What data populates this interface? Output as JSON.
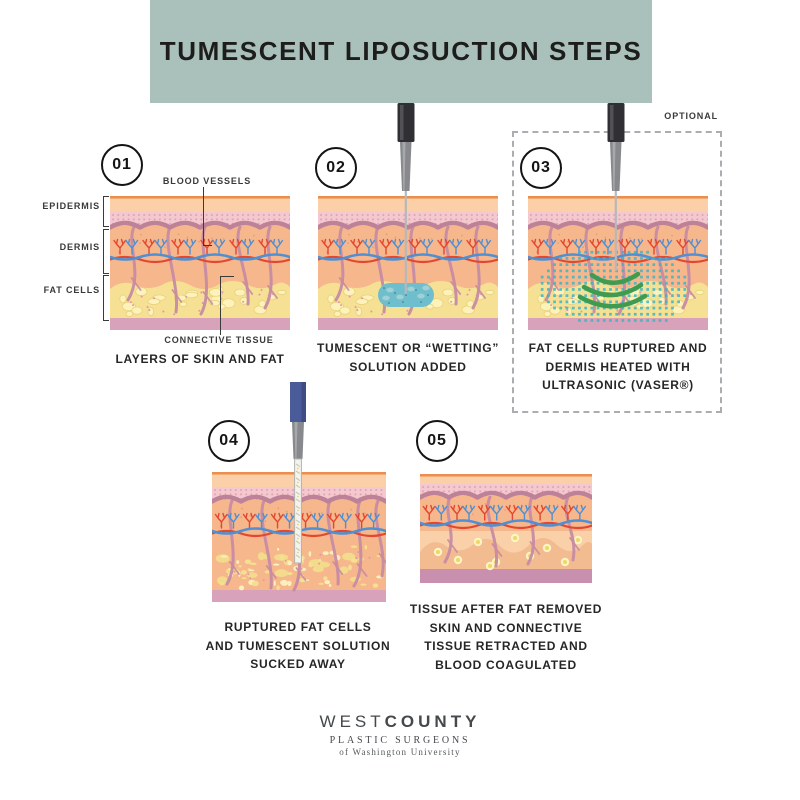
{
  "header": {
    "title_regular": "TUMESCENT",
    "title_bold": "LIPOSUCTION STEPS"
  },
  "optional_label": "OPTIONAL",
  "steps": [
    {
      "number": "01",
      "caption_lines": [
        "LAYERS OF SKIN AND FAT"
      ]
    },
    {
      "number": "02",
      "caption_lines": [
        "TUMESCENT OR “WETTING”",
        "SOLUTION ADDED"
      ]
    },
    {
      "number": "03",
      "caption_lines": [
        "FAT CELLS RUPTURED AND",
        "DERMIS HEATED WITH",
        "ULTRASONIC (VASER®)"
      ]
    },
    {
      "number": "04",
      "caption_lines": [
        "RUPTURED FAT CELLS",
        "AND TUMESCENT SOLUTION",
        "SUCKED AWAY"
      ]
    },
    {
      "number": "05",
      "caption_lines": [
        "TISSUE AFTER FAT REMOVED",
        "SKIN AND CONNECTIVE",
        "TISSUE RETRACTED AND",
        "BLOOD COAGULATED"
      ]
    }
  ],
  "anatomy": {
    "epidermis": "EPIDERMIS",
    "dermis": "DERMIS",
    "fat_cells": "FAT CELLS",
    "blood_vessels": "BLOOD VESSELS",
    "connective_tissue": "CONNECTIVE TISSUE"
  },
  "footer": {
    "brand_light": "WEST",
    "brand_bold": "COUNTY",
    "line2": "PLASTIC SURGEONS",
    "line3": "of Washington University"
  },
  "colors": {
    "banner_bg": "#a9c1ba",
    "text_dark": "#1d1d1b",
    "epidermis_top_line": "#ec8f4e",
    "epidermis_peach": "#fbd0a8",
    "epidermis_pink_band": "#f4c8cf",
    "pink_band_dot": "#e2a1b3",
    "dermis_orange": "#f6b78d",
    "fat_yellow": "#f5e093",
    "fat_bubble": "#fcf2ba",
    "fat_bubble_edge": "#e9d17c",
    "subcutis_bottom_band": "#d9a2bb",
    "retracted_bottom_band": "#c98fae",
    "vessel_red": "#e2472f",
    "vessel_blue": "#4f8fd2",
    "connective_mauve": "#c68ba2",
    "wave_line_mauve": "#bd8298",
    "tumescent_blue": "#6fbecd",
    "ultrasonic_teal": "#3ab5c5",
    "ultrasonic_green": "#3f9b50",
    "cannula_dark": "#303034",
    "cannula_gray": "#87898c",
    "suction_handle_blue": "#4a5b9a",
    "logo_gray": "#45494c"
  }
}
